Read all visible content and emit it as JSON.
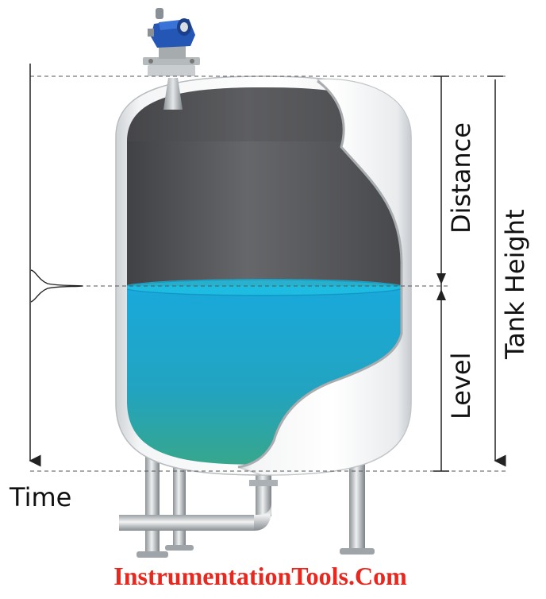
{
  "labels": {
    "time": "Time",
    "distance": "Distance",
    "level": "Level",
    "tank_height": "Tank Height"
  },
  "watermark": {
    "text": "InstrumentationTools.Com",
    "color": "#e8281e"
  },
  "colors": {
    "vapor": "#58595b",
    "liquid_top": "#1aa6d6",
    "liquid_bottom": "#3aa58a",
    "shell": "#e6e8ea",
    "transmitter": "#2456b5",
    "lines": "#333333"
  },
  "icons": {
    "transmitter": "radar-level-transmitter-icon",
    "echo_pulse": "echo-pulse-icon"
  }
}
